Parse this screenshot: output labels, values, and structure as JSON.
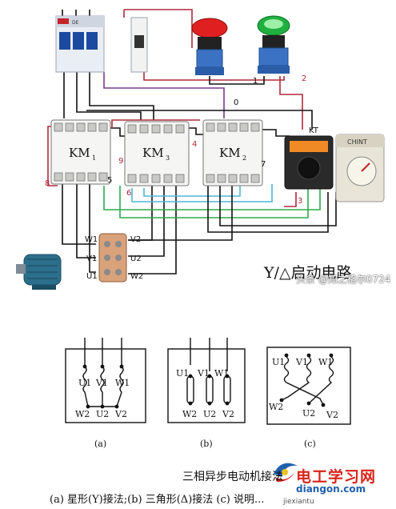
{
  "diagram": {
    "breaker_label": "DE",
    "km1": {
      "label": "KM",
      "sub": "1"
    },
    "km3": {
      "label": "KM",
      "sub": "3"
    },
    "km2": {
      "label": "KM",
      "sub": "2"
    },
    "kt_label": "KT",
    "timer_brand": "CHINT",
    "wire_numbers": {
      "n0": "0",
      "n1": "1",
      "n2": "2",
      "n3": "3",
      "n4": "4",
      "n5": "5",
      "n6": "6",
      "n7": "7",
      "n8": "8",
      "n9": "9"
    },
    "motor_terminals": {
      "w1": "W1",
      "v1": "V1",
      "u1": "U1",
      "v2": "V2",
      "u2": "U2",
      "w2": "W2"
    },
    "title": "Y/△启动电路"
  },
  "connections": {
    "a": {
      "caption": "(a)",
      "top": [
        "U1",
        "V1",
        "W1"
      ],
      "bottom": [
        "W2",
        "U2",
        "V2"
      ]
    },
    "b": {
      "caption": "(b)",
      "top": [
        "U1",
        "V1",
        "W1"
      ],
      "bottom": [
        "W2",
        "U2",
        "V2"
      ]
    },
    "c": {
      "caption": "(c)",
      "top": [
        "U1",
        "V1",
        "W1"
      ],
      "bottom": [
        "W2",
        "U2",
        "V2"
      ]
    }
  },
  "caption_title": "三相异步电动机接法",
  "caption_line": "(a) 星形(Y)接法;(b) 三角形(Δ)接法 (c) 说明...",
  "watermark": "头条 @知之格尔0724",
  "brand": {
    "name": "电工学习网",
    "url": "diangon.com",
    "url_small": "jiexiantu"
  },
  "colors": {
    "wire_black": "#111111",
    "wire_red": "#b02a3a",
    "wire_green": "#2fa84f",
    "wire_cyan": "#4fb6d6",
    "wire_purple": "#7b3a8c",
    "brand_red": "#d9241c",
    "brand_blue": "#1f5fae",
    "button_red": "#e02020",
    "button_green": "#20b040"
  }
}
